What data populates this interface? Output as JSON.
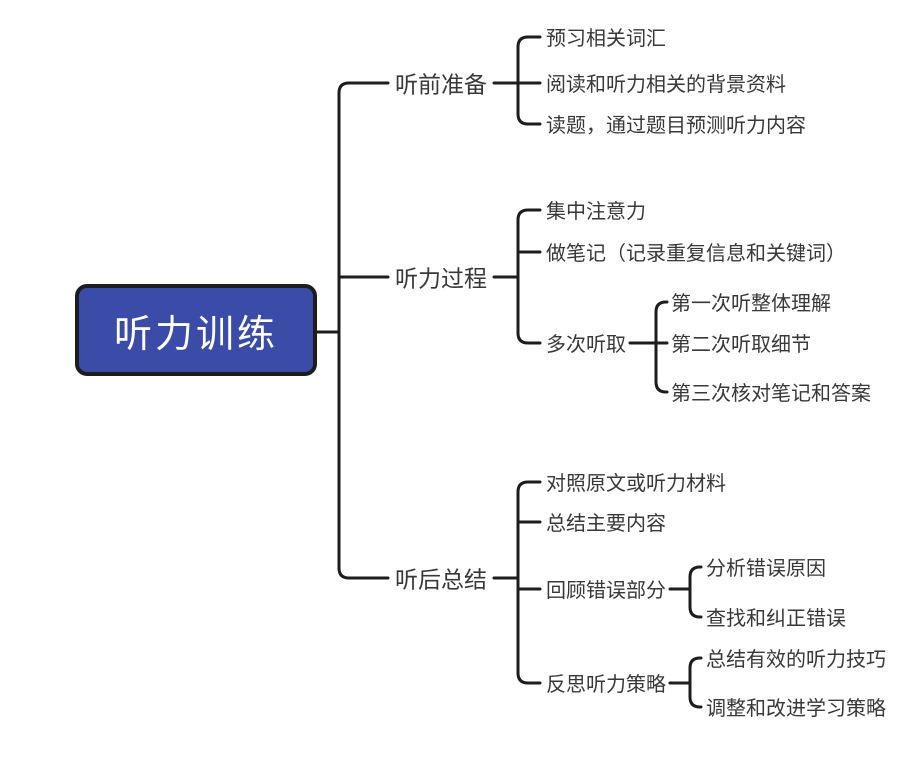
{
  "root": {
    "label": "听力训练"
  },
  "branches": [
    {
      "label": "听前准备",
      "children": [
        {
          "label": "预习相关词汇"
        },
        {
          "label": "阅读和听力相关的背景资料"
        },
        {
          "label": "读题，通过题目预测听力内容"
        }
      ]
    },
    {
      "label": "听力过程",
      "children": [
        {
          "label": "集中注意力"
        },
        {
          "label": "做笔记（记录重复信息和关键词）"
        },
        {
          "label": "多次听取",
          "children": [
            {
              "label": "第一次听整体理解"
            },
            {
              "label": "第二次听取细节"
            },
            {
              "label": "第三次核对笔记和答案"
            }
          ]
        }
      ]
    },
    {
      "label": "听后总结",
      "children": [
        {
          "label": "对照原文或听力材料"
        },
        {
          "label": "总结主要内容"
        },
        {
          "label": "回顾错误部分",
          "children": [
            {
              "label": "分析错误原因"
            },
            {
              "label": "查找和纠正错误"
            }
          ]
        },
        {
          "label": "反思听力策略",
          "children": [
            {
              "label": "总结有效的听力技巧"
            },
            {
              "label": "调整和改进学习策略"
            }
          ]
        }
      ]
    }
  ],
  "colors": {
    "root_fill": "#3b4ba8",
    "root_border": "#1d1d1d",
    "root_text": "#ffffff",
    "line": "#1d1d1d",
    "text": "#383838",
    "background": "#ffffff"
  }
}
